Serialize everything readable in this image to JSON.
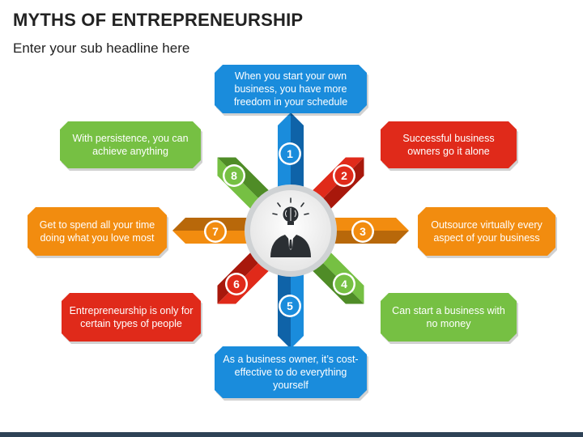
{
  "title": "MYTHS OF ENTREPRENEURSHIP",
  "subtitle": "Enter your sub headline here",
  "colors": {
    "blue": "#1a8cdc",
    "red": "#e02a1a",
    "orange": "#f28c0f",
    "green": "#76c043",
    "dark_bar": "#2e4256"
  },
  "center_icon": "businessman-with-brain-idea-icon",
  "items": [
    {
      "number": "1",
      "text": "When you start your own business, you have more freedom in your schedule",
      "color": "blue"
    },
    {
      "number": "2",
      "text": "Successful business owners go it alone",
      "color": "red"
    },
    {
      "number": "3",
      "text": "Outsource virtually every aspect of your business",
      "color": "orange"
    },
    {
      "number": "4",
      "text": "Can start a business with no money",
      "color": "green"
    },
    {
      "number": "5",
      "text": "As a business owner, it’s cost-effective to do everything yourself",
      "color": "blue"
    },
    {
      "number": "6",
      "text": "Entrepreneurship is only for certain types of people",
      "color": "red"
    },
    {
      "number": "7",
      "text": "Get to spend all your time doing what you love most",
      "color": "orange"
    },
    {
      "number": "8",
      "text": "With persistence, you can achieve anything",
      "color": "green"
    }
  ]
}
